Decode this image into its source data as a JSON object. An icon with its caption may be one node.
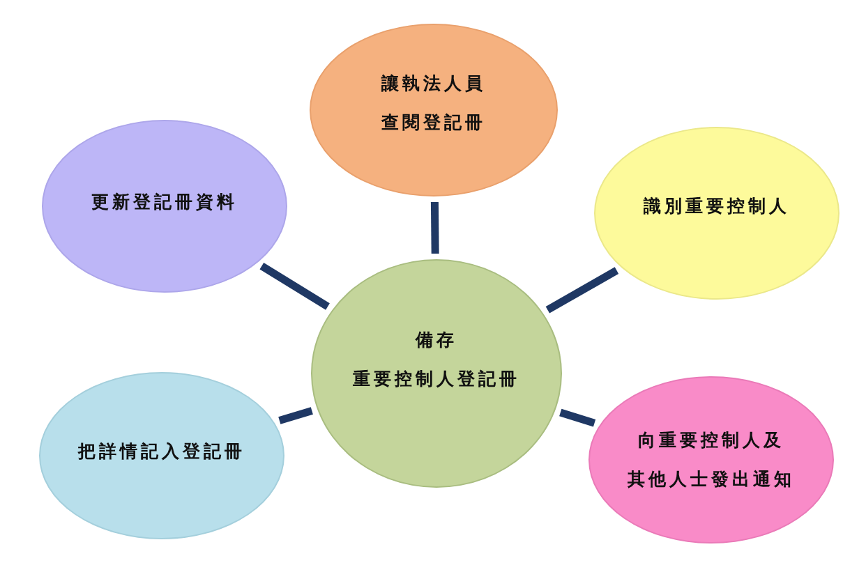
{
  "diagram": {
    "nodes": [
      {
        "text": [
          "讓執法人員",
          "查閱登記冊"
        ]
      },
      {
        "text": [
          "更新登記冊資料"
        ]
      },
      {
        "text": [
          "識別重要控制人"
        ]
      },
      {
        "text": [
          "備存",
          "重要控制人登記冊"
        ]
      },
      {
        "text": [
          "把詳情記入登記冊"
        ]
      },
      {
        "text": [
          "向重要控制人及",
          "其他人士發出通知"
        ]
      }
    ],
    "edges": [
      {
        "from": 3,
        "to": 0,
        "arrow": "none"
      },
      {
        "from": 3,
        "to": 1,
        "arrow": "none"
      },
      {
        "from": 3,
        "to": 2,
        "arrow": "none"
      },
      {
        "from": 3,
        "to": 4,
        "arrow": "none"
      },
      {
        "from": 3,
        "to": 5,
        "arrow": "none"
      }
    ]
  }
}
